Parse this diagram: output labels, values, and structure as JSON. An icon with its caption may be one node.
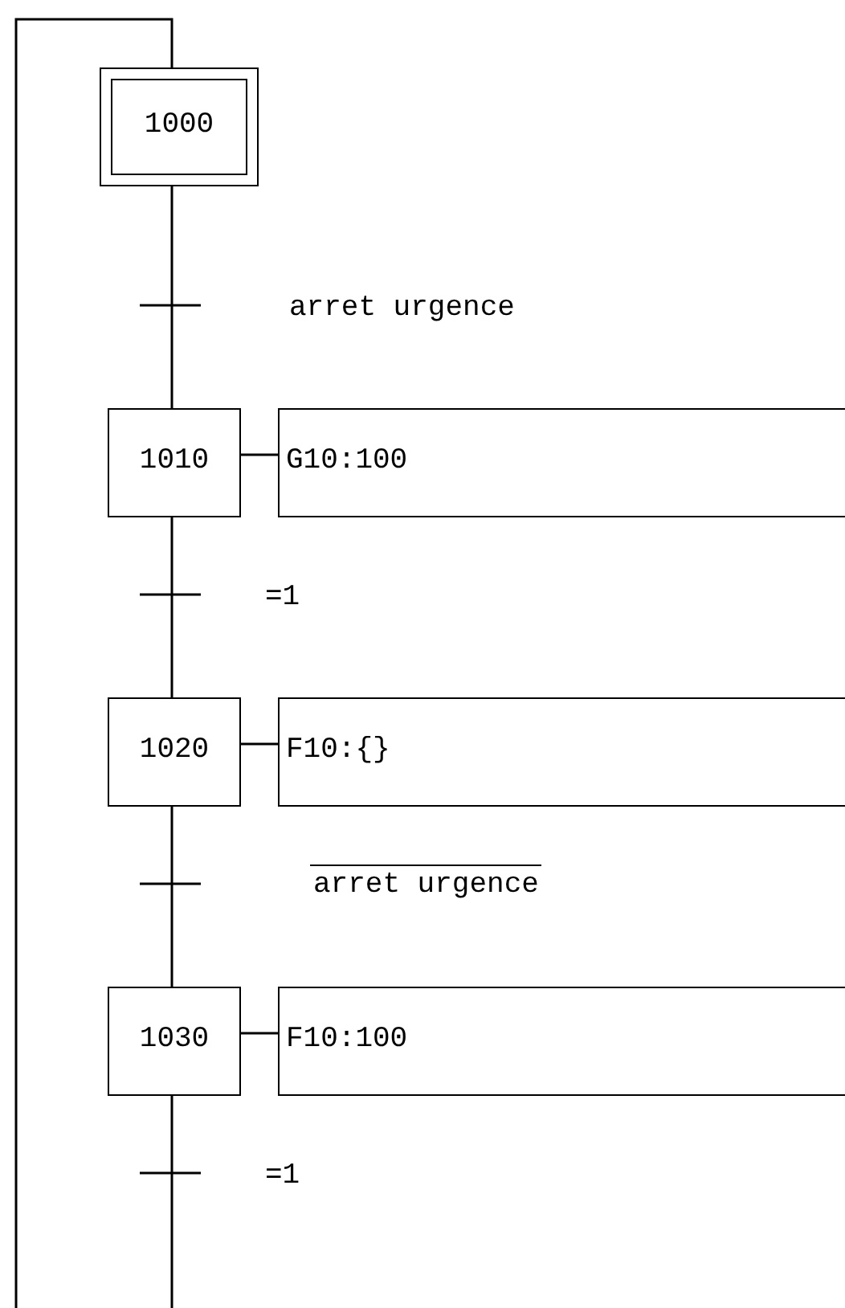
{
  "diagram": {
    "nodes": [
      {
        "text": [
          "1000"
        ]
      },
      {
        "text": [
          "1010"
        ]
      },
      {
        "text": [
          "G10:100"
        ]
      },
      {
        "text": [
          "1020"
        ]
      },
      {
        "text": [
          "F10:{}"
        ]
      },
      {
        "text": [
          "1030"
        ]
      },
      {
        "text": [
          "F10:100"
        ]
      }
    ],
    "edges": [
      {
        "from": 0,
        "to": 1,
        "arrow": "none",
        "label": "arret urgence"
      },
      {
        "from": 1,
        "to": 2,
        "arrow": "none"
      },
      {
        "from": 1,
        "to": 3,
        "arrow": "none",
        "label": "=1"
      },
      {
        "from": 3,
        "to": 4,
        "arrow": "none"
      },
      {
        "from": 3,
        "to": 5,
        "arrow": "none",
        "label": "arret urgence"
      },
      {
        "from": 5,
        "to": 6,
        "arrow": "none"
      },
      {
        "from": 5,
        "to": 0,
        "arrow": "none",
        "label": "=1"
      }
    ]
  }
}
